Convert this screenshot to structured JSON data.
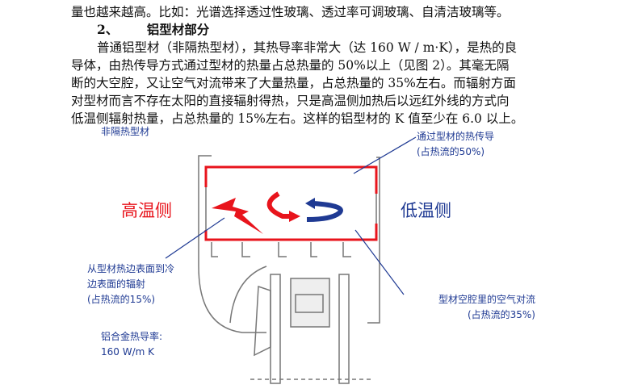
{
  "text": {
    "line1": "量也越来越高。比如：光谱选择透过性玻璃、透过率可调玻璃、自清洁玻璃等。",
    "heading_num": "2、",
    "heading": "铝型材部分",
    "lines": [
      "普通铝型材（非隔热型材），其热导率非常大（达 160 W / m·K），是热的良",
      "导体，由热传导方式通过型材的热量占总热量的 50%以上（见图 2）。其毫无隔",
      "断的大空腔，又让空气对流带来了大量热量，占总热量的 35%左右。而辐射方面",
      "对型材而言不存在太阳的直接辐射得热，只是高温侧加热后以远红外线的方式向",
      "低温侧辐射热量，占总热量的 15%左右。这样的铝型材的 K 值至少在 6.0 以上。"
    ]
  },
  "figure": {
    "title": "非隔热型材",
    "hot_side": "高温侧",
    "cold_side": "低温侧",
    "conduction": [
      "通过型材的热传导",
      "(占热流的50%)"
    ],
    "radiation": [
      "从型材热边表面到冷",
      "边表面的辐射",
      "(占热流的15%)"
    ],
    "convection": [
      "型材空腔里的空气对流",
      "(占热流的35%)"
    ],
    "conductivity": [
      "铝合金热导率:",
      "160 W/m K"
    ],
    "colors": {
      "red": "#e8141c",
      "blue": "#1f3a93"
    }
  }
}
